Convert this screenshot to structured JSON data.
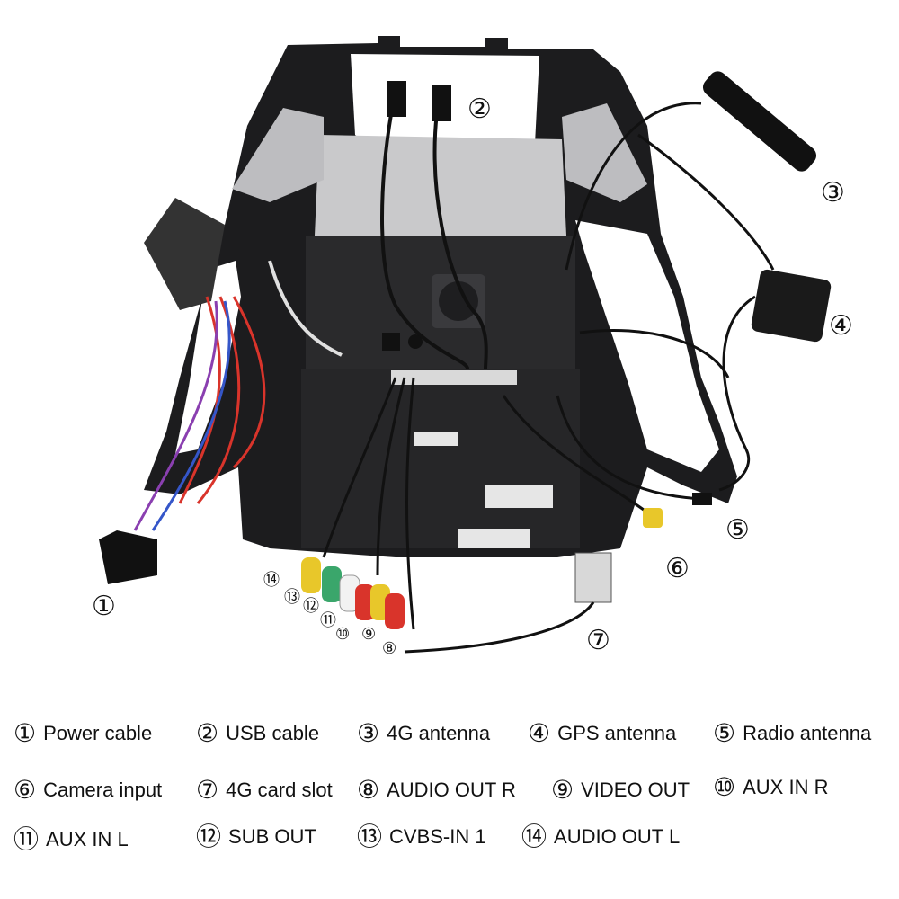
{
  "callouts": {
    "c1": "①",
    "c2": "②",
    "c3": "③",
    "c4": "④",
    "c5": "⑤",
    "c6": "⑥",
    "c7": "⑦",
    "c8": "⑧",
    "c9": "⑨",
    "c10": "⑩",
    "c11": "⑪",
    "c12": "⑫",
    "c13": "⑬",
    "c14": "⑭"
  },
  "legend": [
    {
      "num": "①",
      "label": "Power cable"
    },
    {
      "num": "②",
      "label": "USB cable"
    },
    {
      "num": "③",
      "label": "4G antenna"
    },
    {
      "num": "④",
      "label": "GPS antenna"
    },
    {
      "num": "⑤",
      "label": "Radio antenna"
    },
    {
      "num": "⑥",
      "label": "Camera input"
    },
    {
      "num": "⑦",
      "label": "4G card slot"
    },
    {
      "num": "⑧",
      "label": "AUDIO OUT R"
    },
    {
      "num": "⑨",
      "label": "VIDEO OUT"
    },
    {
      "num": "⑩",
      "label": "AUX IN R"
    },
    {
      "num": "⑪",
      "label": "AUX IN L"
    },
    {
      "num": "⑫",
      "label": "SUB OUT"
    },
    {
      "num": "⑬",
      "label": "CVBS-IN 1"
    },
    {
      "num": "⑭",
      "label": "AUDIO OUT L"
    }
  ],
  "colors": {
    "frame": "#1c1c1e",
    "panel": "#2a2a2c",
    "metal": "#c9c9cb",
    "cable": "#111111",
    "rca_red": "#d9342b",
    "rca_yellow": "#e8c72a",
    "rca_white": "#f2f2f2",
    "rca_green": "#3aa66b"
  }
}
